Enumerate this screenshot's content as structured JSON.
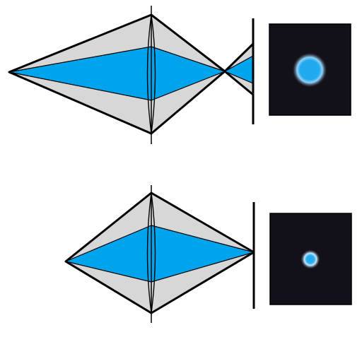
{
  "colors": {
    "background": "#ffffff",
    "cone": "#d7d7d7",
    "beam": "#00a4ec",
    "outline": "#000000",
    "screen": "#121018",
    "spot": "#1ea8ee",
    "spot_halo": "#bfe6fb"
  },
  "panels": [
    {
      "name": "focus-in-front-of-sensor",
      "spot_size": "large"
    },
    {
      "name": "focus-on-sensor",
      "spot_size": "small"
    }
  ]
}
